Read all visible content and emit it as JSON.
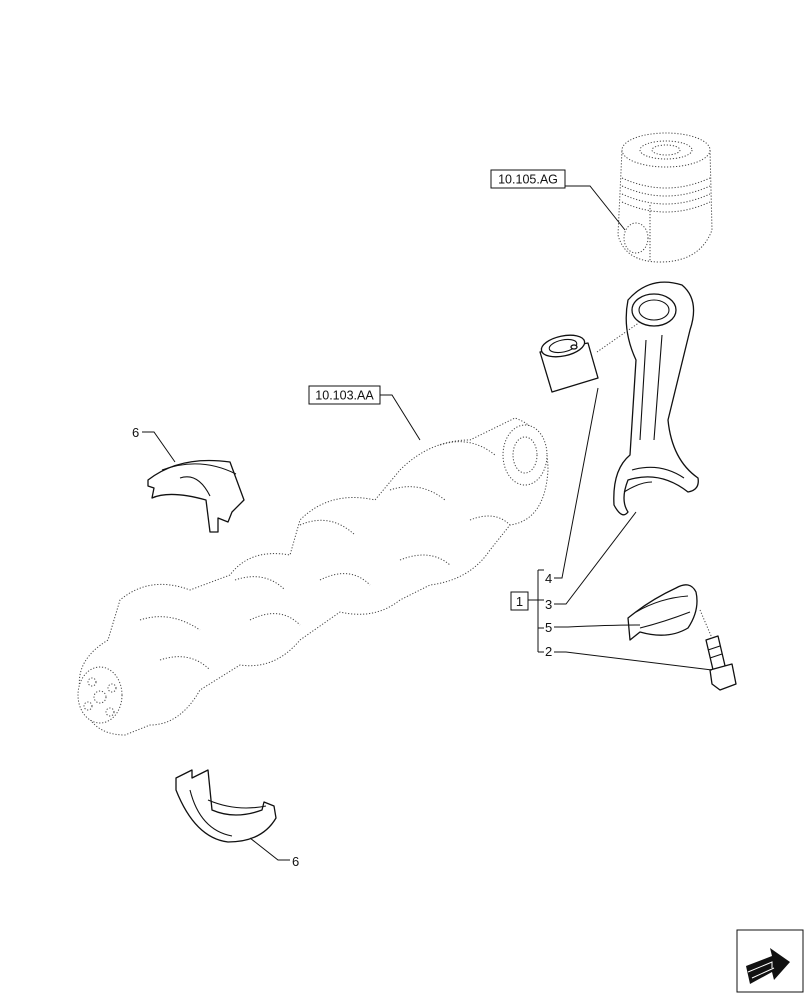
{
  "refs": {
    "piston": "10.105.AG",
    "crankshaft": "10.103.AA"
  },
  "callouts": {
    "upper_shell": "6",
    "lower_shell": "6",
    "group": "1",
    "items": [
      "4",
      "3",
      "5",
      "2"
    ]
  },
  "icons": {
    "nav": "next-page-arrow-icon"
  }
}
